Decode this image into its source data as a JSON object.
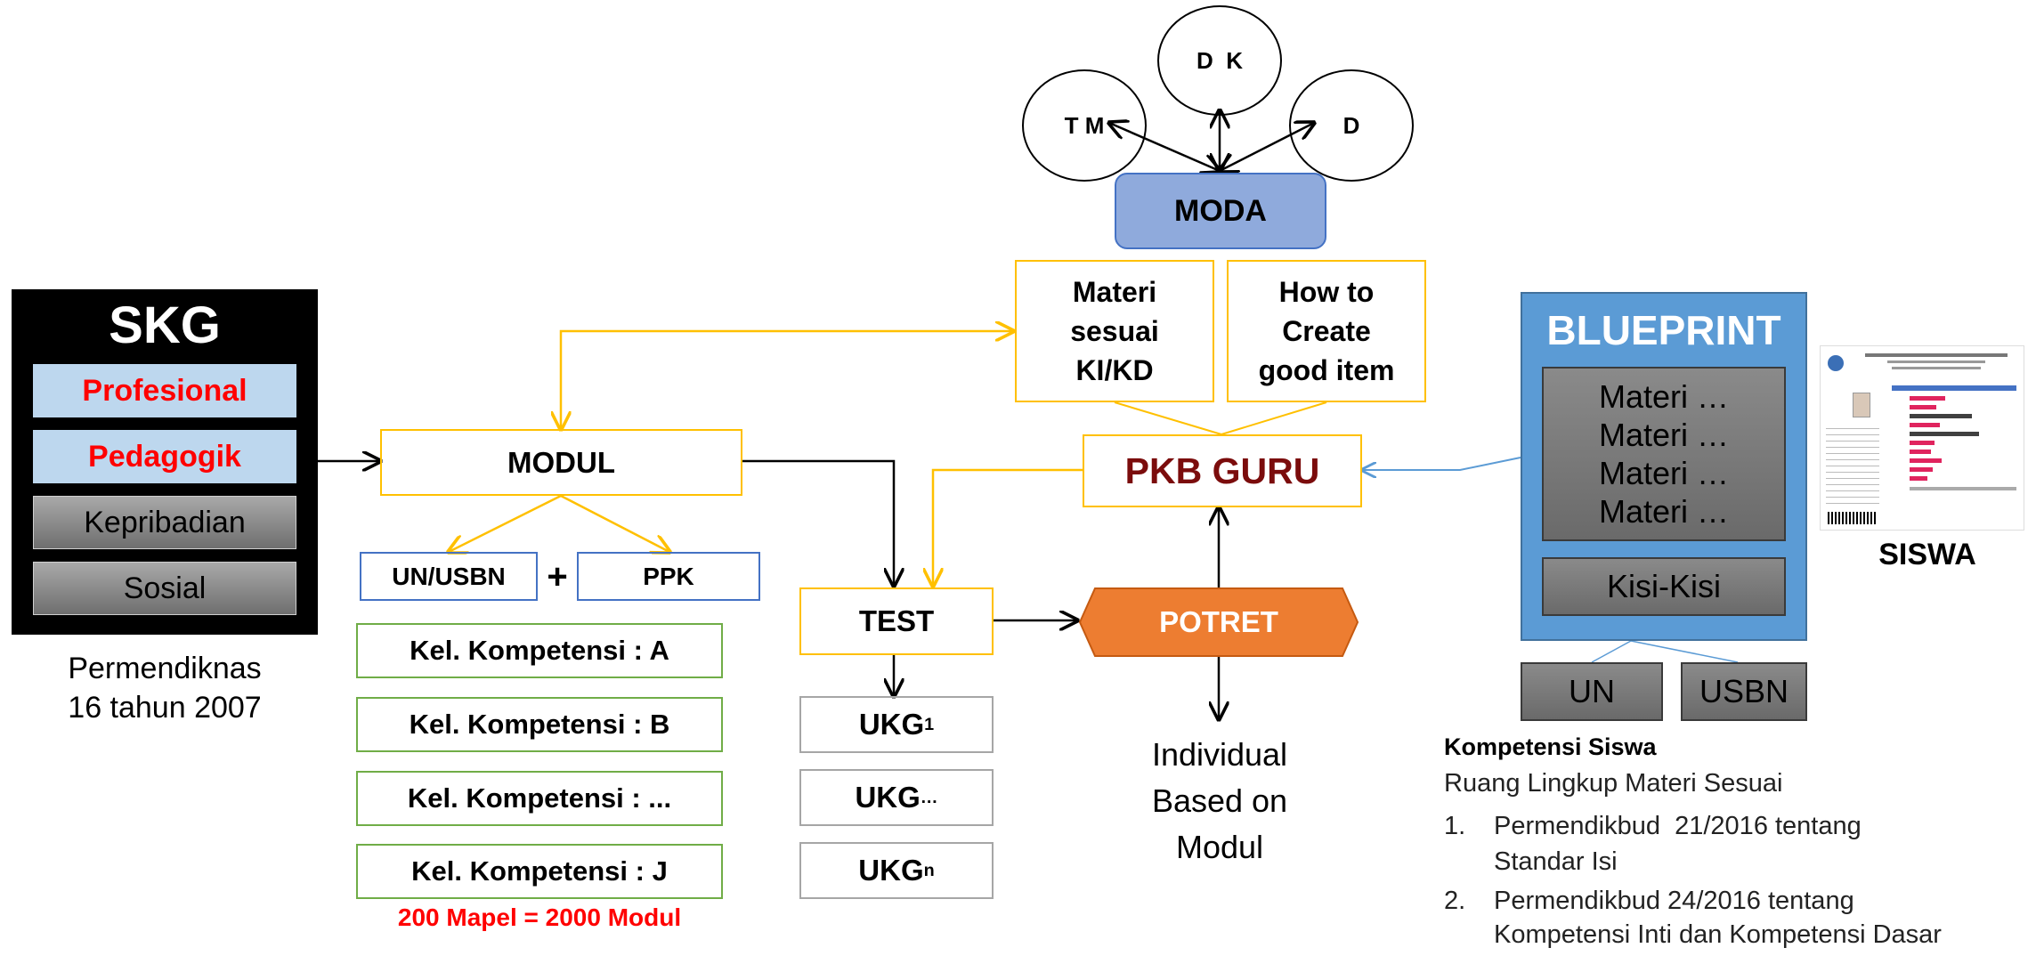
{
  "skg": {
    "title": "SKG",
    "items": [
      "Profesional",
      "Pedagogik",
      "Kepribadian",
      "Sosial"
    ],
    "reference_line1": "Permendiknas",
    "reference_line2": "16 tahun 2007"
  },
  "moda": {
    "label": "MODA",
    "circles": [
      "T M",
      "D  K",
      "D"
    ]
  },
  "materi_box": {
    "line1": "Materi",
    "line2": "sesuai",
    "line3": "KI/KD"
  },
  "howto_box": {
    "line1": "How to",
    "line2": "Create",
    "line3": "good item"
  },
  "modul": {
    "label": "MODUL",
    "un_usbn": "UN/USBN",
    "plus": "+",
    "ppk": "PPK",
    "kelompok": [
      "Kel. Kompetensi : A",
      "Kel. Kompetensi : B",
      "Kel. Kompetensi : ...",
      "Kel. Kompetensi : J"
    ],
    "footnote": "200 Mapel = 2000 Modul"
  },
  "pkb": {
    "label": "PKB GURU"
  },
  "test": {
    "label": "TEST",
    "ukg": [
      {
        "base": "UKG",
        "sub": "1"
      },
      {
        "base": "UKG",
        "sub": "…"
      },
      {
        "base": "UKG",
        "sub": "n"
      }
    ]
  },
  "potret": {
    "label": "POTRET",
    "result_line1": "Individual",
    "result_line2": "Based on",
    "result_line3": "Modul"
  },
  "blueprint": {
    "title": "BLUEPRINT",
    "materi": [
      "Materi …",
      "Materi …",
      "Materi …",
      "Materi …"
    ],
    "kisi": "Kisi-Kisi",
    "un": "UN",
    "usbn": "USBN"
  },
  "siswa": {
    "label": "SISWA"
  },
  "kompetensi_siswa": {
    "heading": "Kompetensi Siswa",
    "subheading": "Ruang Lingkup Materi Sesuai",
    "items": [
      {
        "num": "1.",
        "line1": "Permendikbud  21/2016 tentang",
        "line2": "Standar Isi"
      },
      {
        "num": "2.",
        "line1": "Permendikbud 24/2016 tentang",
        "line2": "Kompetensi Inti dan Kompetensi Dasar"
      }
    ]
  },
  "colors": {
    "yellow_border": "#FFC000",
    "blue_border": "#4472C4",
    "green_border": "#70AD47",
    "gray_border": "#A6A6A6",
    "red_text": "#FF0000",
    "dark_red_text": "#7B0C0C",
    "orange_fill": "#ED7D31",
    "moda_fill": "#8FAADC",
    "blueprint_fill": "#5B9BD5",
    "light_blue_fill": "#BDD7EE"
  }
}
